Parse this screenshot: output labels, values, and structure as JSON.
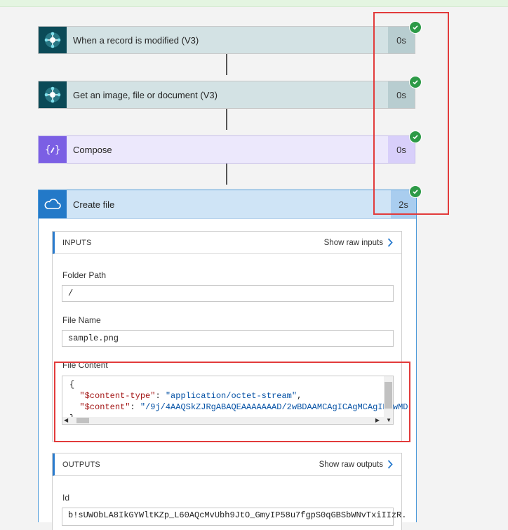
{
  "colors": {
    "success": "#2d9a47",
    "highlight": "#e23b3b",
    "link": "#2a7ccf"
  },
  "steps": [
    {
      "title": "When a record is modified (V3)",
      "duration": "0s",
      "icon": "dataverse-icon"
    },
    {
      "title": "Get an image, file or document (V3)",
      "duration": "0s",
      "icon": "dataverse-icon"
    },
    {
      "title": "Compose",
      "duration": "0s",
      "icon": "compose-icon"
    }
  ],
  "create_file": {
    "title": "Create file",
    "duration": "2s",
    "icon": "onedrive-cloud-icon",
    "inputs": {
      "header": "INPUTS",
      "raw_link": "Show raw inputs",
      "folder_path": {
        "label": "Folder Path",
        "value": "/"
      },
      "file_name": {
        "label": "File Name",
        "value": "sample.png"
      },
      "file_content": {
        "label": "File Content",
        "open_brace": "{",
        "close_brace": "}",
        "line1_key": "\"$content-type\"",
        "line1_value": "\"application/octet-stream\"",
        "line1_trail": ",",
        "line2_key": "\"$content\"",
        "line2_value": "\"/9j/4AAQSkZJRgABAQEAAAAAAAD/2wBDAAMCAgICAgMCAgIDAwMD"
      }
    },
    "outputs": {
      "header": "OUTPUTS",
      "raw_link": "Show raw outputs",
      "id": {
        "label": "Id",
        "value": "b!sUWObLA8IkGYWltKZp_L60AQcMvUbh9JtO_GmyIP58u7fgpS0qGBSbWNvTxiIIzR."
      }
    }
  }
}
